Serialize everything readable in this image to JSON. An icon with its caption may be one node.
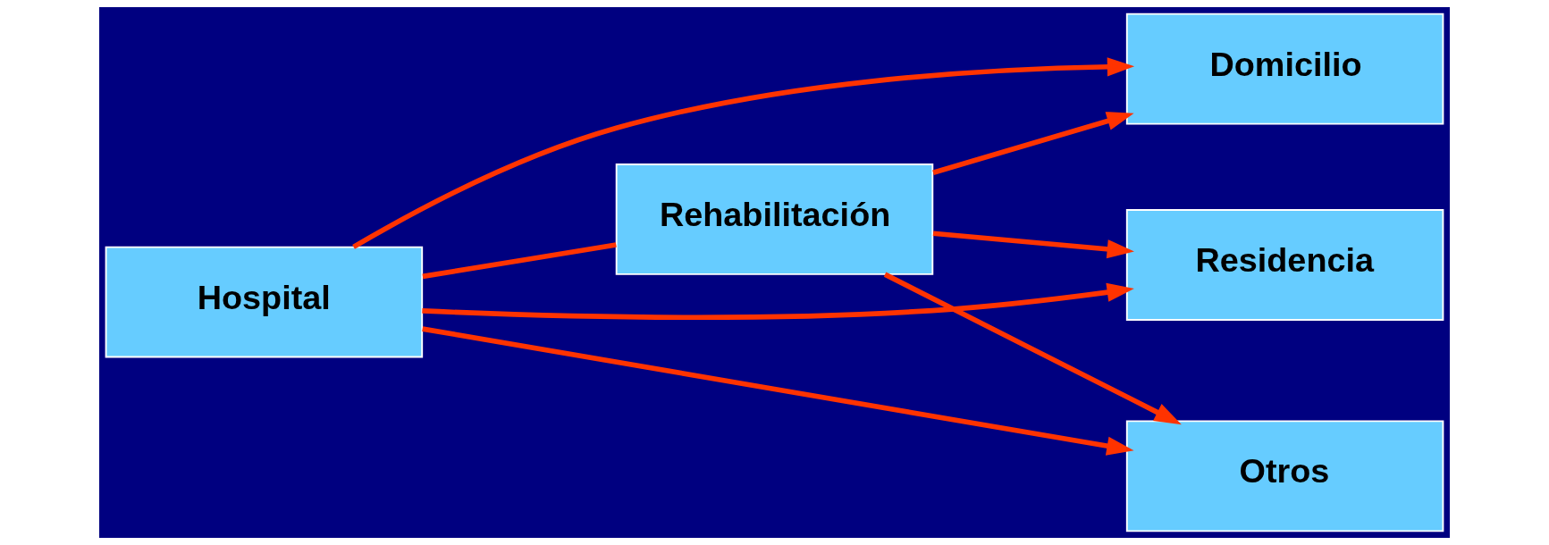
{
  "diagram": {
    "nodes": [
      {
        "text": [
          "Hospital"
        ]
      },
      {
        "text": [
          "Rehabilitación"
        ]
      },
      {
        "text": [
          "Domicilio"
        ]
      },
      {
        "text": [
          "Residencia"
        ]
      },
      {
        "text": [
          "Otros"
        ]
      }
    ],
    "edges": [
      {
        "from": 0,
        "to": 2,
        "arrow": "to"
      },
      {
        "from": 1,
        "to": 2,
        "arrow": "to"
      },
      {
        "from": 0,
        "to": 1,
        "arrow": "none"
      },
      {
        "from": 1,
        "to": 3,
        "arrow": "to"
      },
      {
        "from": 0,
        "to": 3,
        "arrow": "to"
      },
      {
        "from": 1,
        "to": 4,
        "arrow": "to"
      },
      {
        "from": 0,
        "to": 4,
        "arrow": "to"
      }
    ]
  }
}
